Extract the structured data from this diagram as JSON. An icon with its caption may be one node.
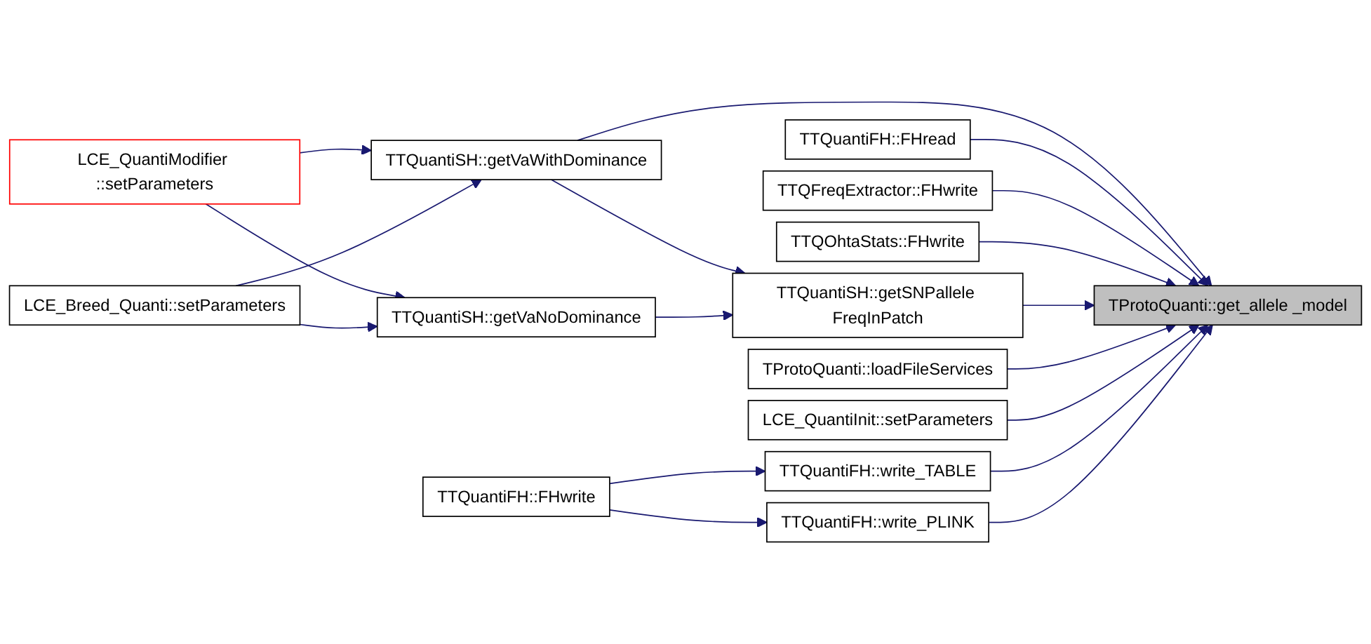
{
  "diagram": {
    "nodes": [
      {
        "text": [
          "LCE_QuantiModifier ::setParameters"
        ]
      },
      {
        "text": [
          "LCE_Breed_Quanti::setParameters"
        ]
      },
      {
        "text": [
          "TTQuantiFH::FHwrite"
        ]
      },
      {
        "text": [
          "TTQuantiSH::getVaWithDominance"
        ]
      },
      {
        "text": [
          "TTQuantiSH::getVaNoDominance"
        ]
      },
      {
        "text": [
          "TTQuantiFH::FHread"
        ]
      },
      {
        "text": [
          "TTQFreqExtractor::FHwrite"
        ]
      },
      {
        "text": [
          "TTQOhtaStats::FHwrite"
        ]
      },
      {
        "text": [
          "TTQuantiSH::getSNPallele FreqInPatch"
        ]
      },
      {
        "text": [
          "TProtoQuanti::loadFileServices"
        ]
      },
      {
        "text": [
          "LCE_QuantiInit::setParameters"
        ]
      },
      {
        "text": [
          "TTQuantiFH::write_TABLE"
        ]
      },
      {
        "text": [
          "TTQuantiFH::write_PLINK"
        ]
      },
      {
        "text": [
          "TProtoQuanti::get_allele _model"
        ]
      }
    ],
    "edges": [
      {
        "from": 0,
        "to": 3,
        "arrow": "to"
      },
      {
        "from": 0,
        "to": 4,
        "arrow": "to"
      },
      {
        "from": 1,
        "to": 3,
        "arrow": "to"
      },
      {
        "from": 1,
        "to": 4,
        "arrow": "to"
      },
      {
        "from": 2,
        "to": 11,
        "arrow": "to"
      },
      {
        "from": 2,
        "to": 12,
        "arrow": "to"
      },
      {
        "from": 3,
        "to": 8,
        "arrow": "to"
      },
      {
        "from": 3,
        "to": 13,
        "arrow": "to"
      },
      {
        "from": 4,
        "to": 8,
        "arrow": "to"
      },
      {
        "from": 5,
        "to": 13,
        "arrow": "to"
      },
      {
        "from": 6,
        "to": 13,
        "arrow": "to"
      },
      {
        "from": 7,
        "to": 13,
        "arrow": "to"
      },
      {
        "from": 8,
        "to": 13,
        "arrow": "to"
      },
      {
        "from": 9,
        "to": 13,
        "arrow": "to"
      },
      {
        "from": 10,
        "to": 13,
        "arrow": "to"
      },
      {
        "from": 11,
        "to": 13,
        "arrow": "to"
      },
      {
        "from": 12,
        "to": 13,
        "arrow": "to"
      }
    ]
  }
}
